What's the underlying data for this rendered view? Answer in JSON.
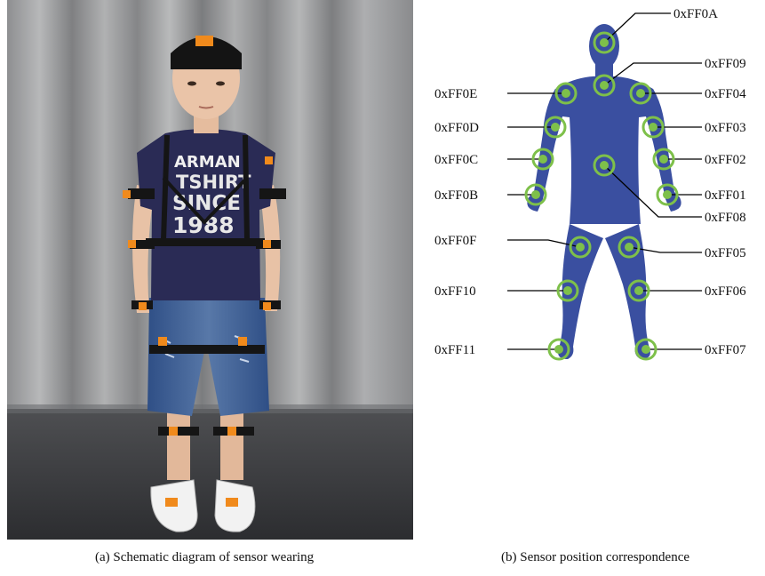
{
  "captions": {
    "a": "(a) Schematic diagram of sensor wearing",
    "b": "(b) Sensor position correspondence"
  },
  "photo": {
    "shirt_text": [
      "ARMAN",
      "TSHIRT",
      "SINCE",
      "1988"
    ]
  },
  "sensors": {
    "head": "0xFF0A",
    "chest": "0xFF09",
    "left_shoulder": "0xFF0E",
    "left_upper_arm": "0xFF0D",
    "left_forearm": "0xFF0C",
    "left_hand": "0xFF0B",
    "left_thigh": "0xFF0F",
    "left_shin": "0xFF10",
    "left_foot": "0xFF11",
    "right_shoulder": "0xFF04",
    "right_upper_arm": "0xFF03",
    "right_forearm": "0xFF02",
    "right_hand": "0xFF01",
    "pelvis": "0xFF08",
    "right_thigh": "0xFF05",
    "right_shin": "0xFF06",
    "right_foot": "0xFF07"
  },
  "colors": {
    "body": "#3a4fa0",
    "sensor_ring": "#7ec04a",
    "strap": "#1a1a1a",
    "sensor_orange": "#f08a1c"
  }
}
